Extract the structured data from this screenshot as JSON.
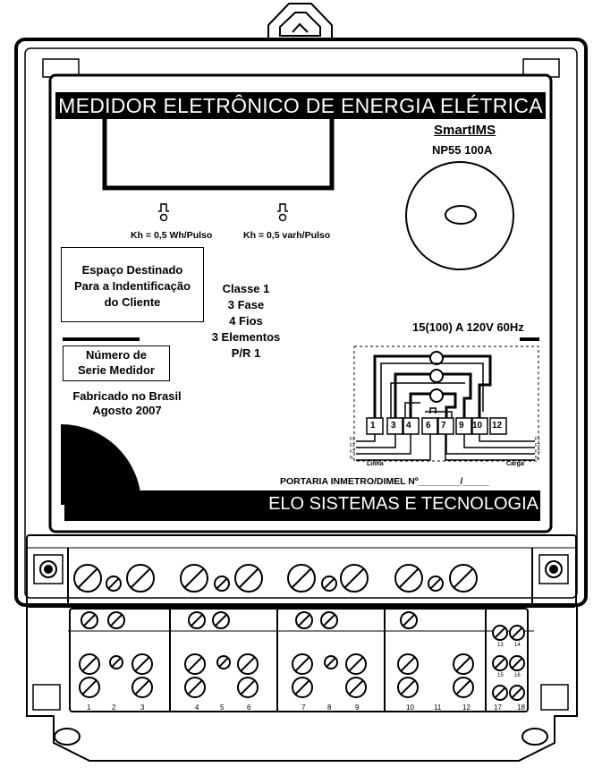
{
  "title": "MEDIDOR ELETRÔNICO DE ENERGIA ELÉTRICA",
  "model": {
    "name": "SmartIMS",
    "code": "NP55 100A"
  },
  "pulse_left": "Kh = 0,5 Wh/Pulso",
  "pulse_right": "Kh = 0,5 varh/Pulso",
  "client_box": [
    "Espaço Destinado",
    "Para a Indentificação",
    "do Cliente"
  ],
  "specs": [
    "Classe 1",
    "3 Fase",
    "4 Fios",
    "3 Elementos",
    "P/R 1"
  ],
  "serial_box": [
    "Número de",
    "Serie Medidor"
  ],
  "made_in": [
    "Fabricado no Brasil",
    "Agosto 2007"
  ],
  "rating": "15(100) A 120V 60Hz",
  "wiring": {
    "terminals": [
      "1",
      "3",
      "4",
      "6",
      "7",
      "9",
      "10",
      "12"
    ],
    "left_phases": [
      "F1",
      "F2",
      "F3",
      "N"
    ],
    "right_phases": [
      "F1",
      "F2",
      "F3",
      "N"
    ],
    "line_label": "Linha",
    "load_label": "Carga"
  },
  "portaria": "PORTARIA INMETRO/DIMEL Nº________/_____",
  "maker": "ELO SISTEMAS E TECNOLOGIA",
  "terminal_numbers": [
    "1",
    "2",
    "3",
    "4",
    "5",
    "6",
    "7",
    "8",
    "9",
    "10",
    "11",
    "12",
    "17",
    "18"
  ],
  "side_terminals": [
    "13",
    "14",
    "15",
    "16"
  ]
}
